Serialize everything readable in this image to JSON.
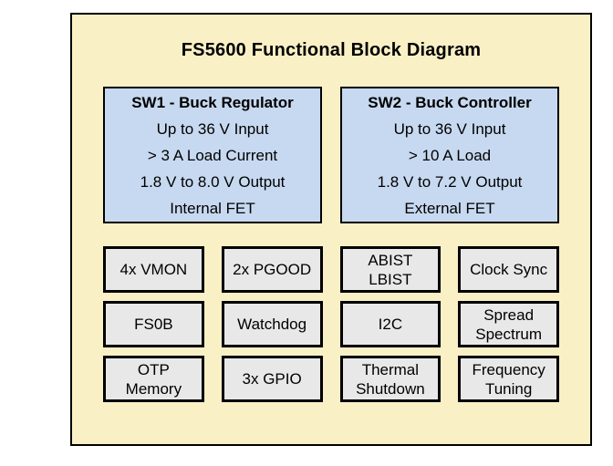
{
  "title": "FS5600 Functional Block Diagram",
  "colors": {
    "frame_fill": "#FAF0C6",
    "regulator_fill": "#C7D9F0",
    "block_fill": "#E8E8E8",
    "border": "#000000",
    "text": "#000000",
    "canvas": "#FFFFFF"
  },
  "regulators": [
    {
      "name": "SW1 - Buck Regulator",
      "specs": [
        "Up to 36 V Input",
        "> 3 A Load Current",
        "1.8 V to 8.0 V Output",
        "Internal FET"
      ]
    },
    {
      "name": "SW2 - Buck Controller",
      "specs": [
        "Up to 36 V Input",
        "> 10 A Load",
        "1.8 V to 7.2 V Output",
        "External FET"
      ]
    }
  ],
  "feature_blocks": [
    {
      "label": "4x VMON"
    },
    {
      "label": "2x PGOOD"
    },
    {
      "label": "ABIST\nLBIST"
    },
    {
      "label": "Clock Sync"
    },
    {
      "label": "FS0B"
    },
    {
      "label": "Watchdog"
    },
    {
      "label": "I2C"
    },
    {
      "label": "Spread\nSpectrum"
    },
    {
      "label": "OTP\nMemory"
    },
    {
      "label": "3x GPIO"
    },
    {
      "label": "Thermal\nShutdown"
    },
    {
      "label": "Frequency\nTuning"
    }
  ]
}
